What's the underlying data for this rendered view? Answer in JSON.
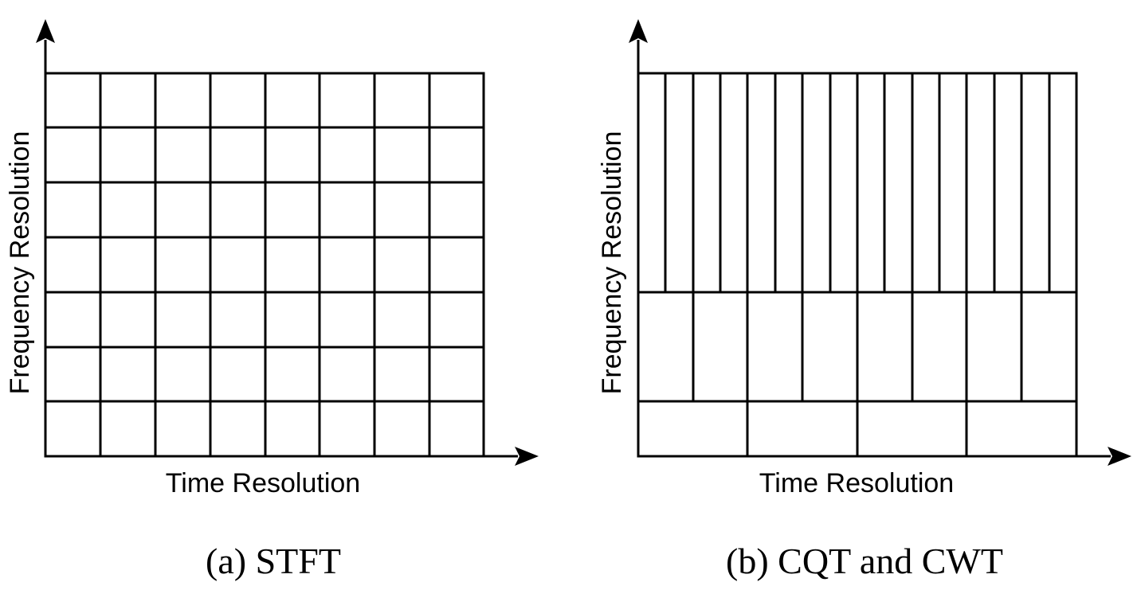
{
  "panel_a": {
    "caption": "(a) STFT",
    "y_axis_label": "Frequency Resolution",
    "x_axis_label": "Time Resolution"
  },
  "panel_b": {
    "caption": "(b) CQT and CWT",
    "y_axis_label": "Frequency Resolution",
    "x_axis_label": "Time Resolution"
  }
}
